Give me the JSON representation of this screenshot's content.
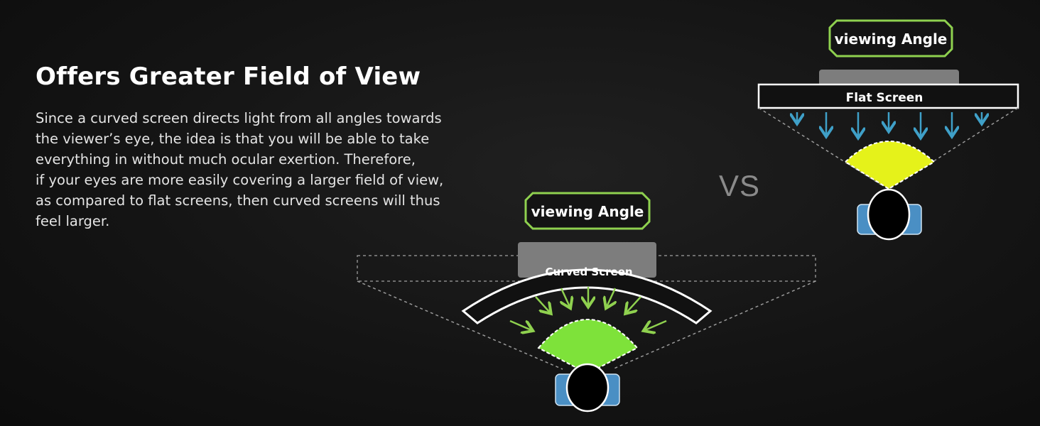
{
  "headline": "Offers Greater Field of View",
  "body_lines": [
    "Since a curved screen directs light from all angles towards",
    "the viewer’s eye, the idea is that you will be able to take",
    "everything in without much ocular exertion. Therefore,",
    "if your eyes are more easily covering a larger field of view,",
    "as compared to flat screens, then curved screens will thus",
    "feel larger."
  ],
  "vs_label": "VS",
  "curved": {
    "badge": "viewing Angle",
    "screen_label": "Curved Screen",
    "badge_border_color": "#8fd14f",
    "arrow_color": "#8fd14f",
    "fov_color": "#7ee23a"
  },
  "flat": {
    "badge": "viewing Angle",
    "screen_label": "Flat Screen",
    "badge_border_color": "#8fd14f",
    "arrow_color": "#3fa0c8",
    "fov_color": "#e5f21a"
  },
  "colors": {
    "background": "#141414",
    "text": "#ffffff",
    "vs": "#8a8a8a",
    "head_side": "#4a8fc4"
  }
}
